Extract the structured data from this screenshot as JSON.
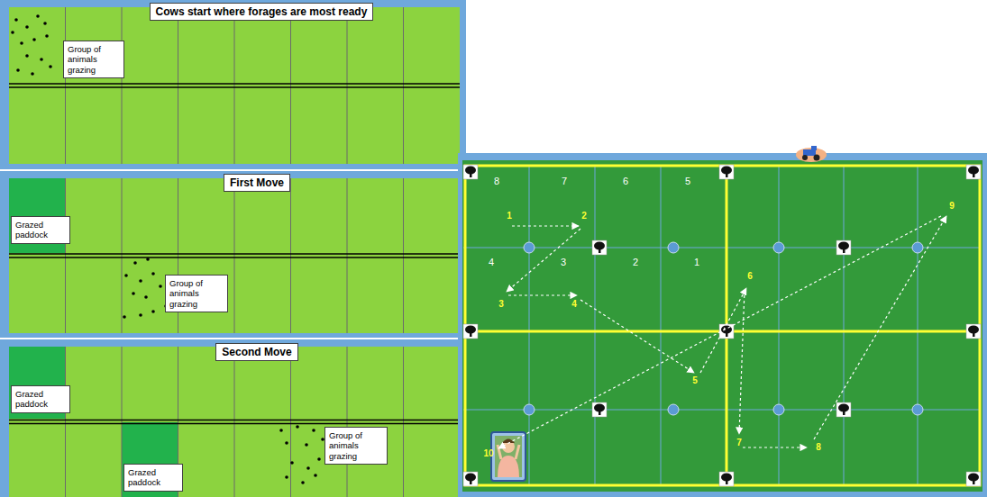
{
  "diagram": {
    "nodes": [
      {
        "text": [
          "Cows start where forages are most ready"
        ]
      },
      {
        "text": [
          "Group of animals grazing"
        ]
      },
      {
        "text": [
          "First Move"
        ]
      },
      {
        "text": [
          "Grazed paddock"
        ]
      },
      {
        "text": [
          "Group of animals grazing"
        ]
      },
      {
        "text": [
          "Second Move"
        ]
      },
      {
        "text": [
          "Grazed paddock"
        ]
      },
      {
        "text": [
          "Grazed paddock"
        ]
      },
      {
        "text": [
          "Group of animals grazing"
        ]
      }
    ],
    "labels": [
      "8",
      "7",
      "6",
      "5",
      "1",
      "2",
      "4",
      "3",
      "2",
      "1",
      "3",
      "4",
      "6",
      "5",
      "9",
      "7",
      "8",
      "10"
    ]
  }
}
